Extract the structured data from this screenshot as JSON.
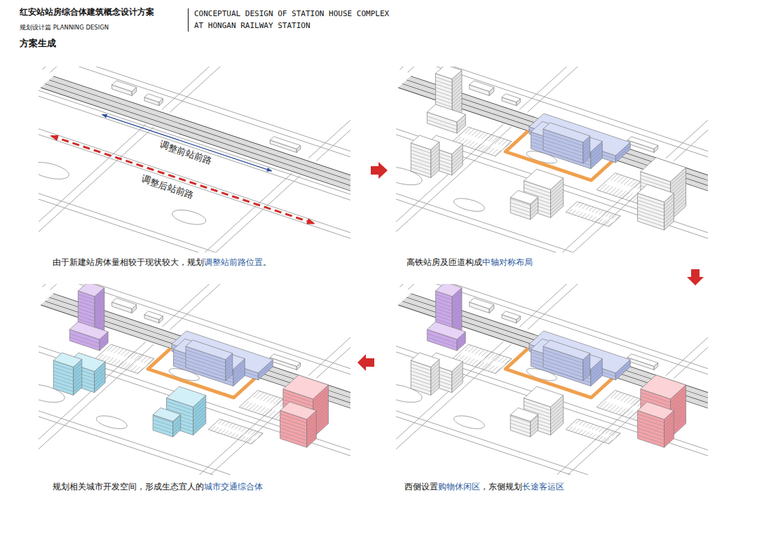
{
  "diagram": {
    "title": "红安站站房综合体建筑概念设计方案",
    "labels": [
      "规划设计篇 PLANNING DESIGN",
      "CONCEPTUAL DESIGN OF STATION HOUSE COMPLEX AT HONGAN RAILWAY STATION",
      "方案生成",
      "调整前站前路",
      "调整后站前路",
      "由于新建站房体量相较于现状较大，规划",
      "调整站前路位置",
      "。",
      "高铁站房及匝道构成",
      "中轴对称布局",
      "规划相关城市开发空间，形成生态宜人的",
      "城市交通综合体",
      "西侧设置",
      "购物休闲区",
      "，东侧规划",
      "长途客运区"
    ]
  }
}
